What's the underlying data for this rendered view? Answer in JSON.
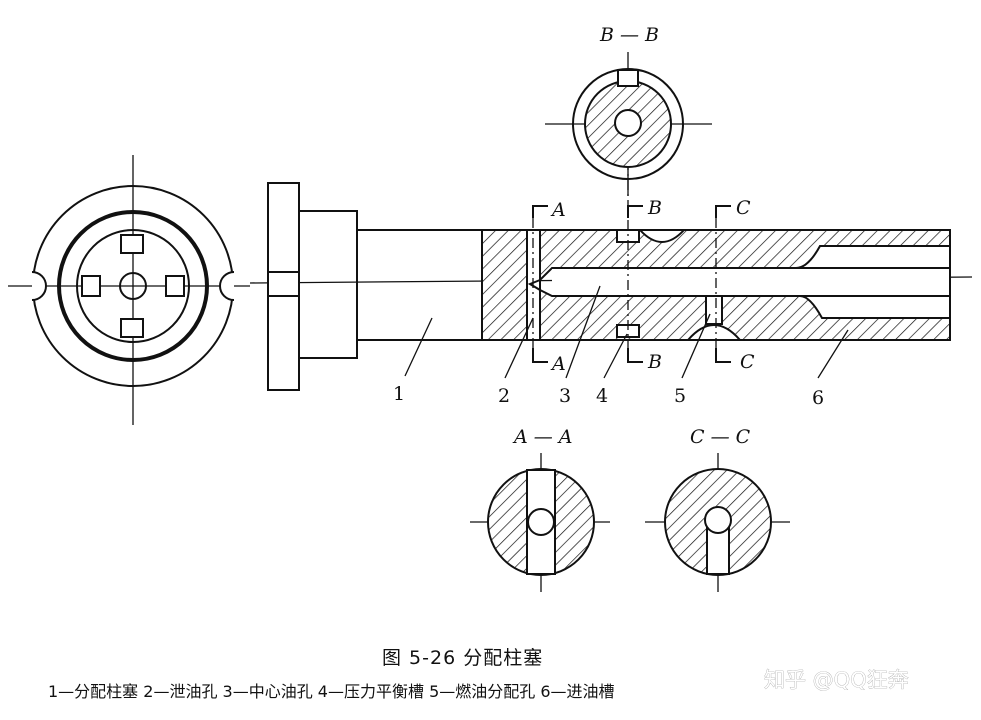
{
  "figure": {
    "title": "图 5-26    分配柱塞",
    "legend": "1—分配柱塞   2—泄油孔   3—中心油孔   4—压力平衡槽   5—燃油分配孔   6—进油槽",
    "watermark": "知乎 @QQ狂奔"
  },
  "sections": {
    "bb_title": "B — B",
    "aa_title": "A — A",
    "cc_title": "C — C"
  },
  "cut_marks": {
    "a_top": "A",
    "a_bottom": "A",
    "b_top": "B",
    "b_bottom": "B",
    "c_top": "C",
    "c_bottom": "C"
  },
  "callouts": [
    {
      "id": "1",
      "text": "1"
    },
    {
      "id": "2",
      "text": "2"
    },
    {
      "id": "3",
      "text": "3"
    },
    {
      "id": "4",
      "text": "4"
    },
    {
      "id": "5",
      "text": "5"
    },
    {
      "id": "6",
      "text": "6"
    }
  ],
  "colors": {
    "ink": "#111111",
    "paper": "#ffffff",
    "watermark": "#9a9a9a"
  }
}
